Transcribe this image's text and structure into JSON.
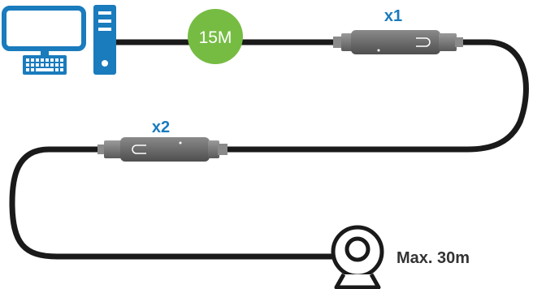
{
  "extender_1": {
    "label": "x1",
    "icon": "usb-active-extender-icon"
  },
  "extender_2": {
    "label": "x2",
    "icon": "usb-active-extender-icon"
  },
  "segment_badge": {
    "label": "15M",
    "color": "#76bc43"
  },
  "webcam": {
    "label": "Max. 30m",
    "icon": "webcam-icon"
  },
  "computer": {
    "icon": "desktop-computer-icon"
  },
  "colors": {
    "accent": "#1a7bbd",
    "cable": "#1a1a1a",
    "extender_body": "#6f6f6f",
    "text": "#333333"
  }
}
